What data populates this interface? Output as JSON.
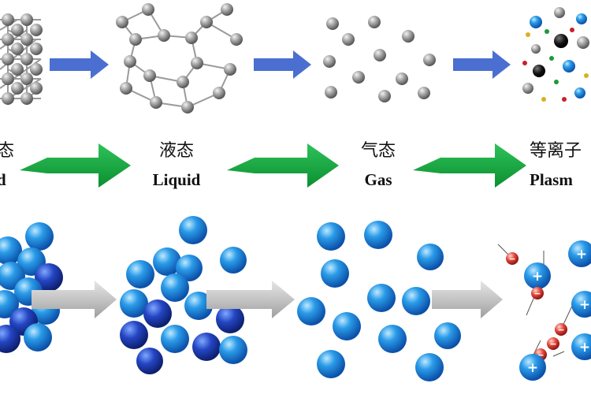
{
  "states": [
    {
      "cn": "态",
      "en": "d"
    },
    {
      "cn": "液态",
      "en": "Liquid"
    },
    {
      "cn": "气态",
      "en": "Gas"
    },
    {
      "cn": "等离子",
      "en": "Plasm"
    }
  ],
  "plasma_symbols": {
    "positive": "+",
    "negative": "−"
  },
  "colors": {
    "molecule_gray": "#8c8c8c",
    "bond": "#9a9a9a",
    "arrow_blue": "#4a6fd0",
    "arrow_green": "#12a63c",
    "arrow_gray": "#bdbdbd",
    "sphere_blue": "#1a7fd8",
    "sphere_dark": "#1b3fb0",
    "ion_red": "#e0423a"
  }
}
